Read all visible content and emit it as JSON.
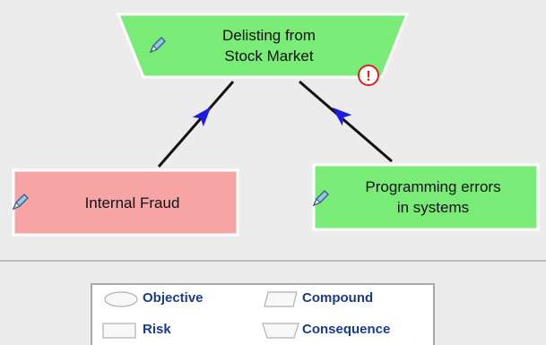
{
  "diagram": {
    "nodes": {
      "consequence": {
        "label": "Delisting from\nStock Market",
        "shape": "consequence",
        "fill": "#79ec78",
        "has_warning": true
      },
      "risk_left": {
        "label": "Internal Fraud",
        "shape": "risk",
        "fill": "#f7a4a4"
      },
      "risk_right": {
        "label": "Programming errors\nin systems",
        "shape": "risk",
        "fill": "#79ec78"
      }
    },
    "edges": [
      {
        "from": "risk_left",
        "to": "consequence"
      },
      {
        "from": "risk_right",
        "to": "consequence"
      }
    ],
    "warning_symbol": "!"
  },
  "legend": {
    "items": [
      {
        "shape": "objective",
        "label": "Objective"
      },
      {
        "shape": "compound",
        "label": "Compound"
      },
      {
        "shape": "risk",
        "label": "Risk"
      },
      {
        "shape": "consequence",
        "label": "Consequence"
      }
    ]
  },
  "colors": {
    "consequence_fill": "#79ec78",
    "risk_fraud_fill": "#f7a4a4",
    "risk_program_fill": "#79ec78",
    "arrow_head": "#1a1ae0",
    "edge": "#111111",
    "legend_text": "#1a3a8c",
    "warning": "#e02020"
  }
}
